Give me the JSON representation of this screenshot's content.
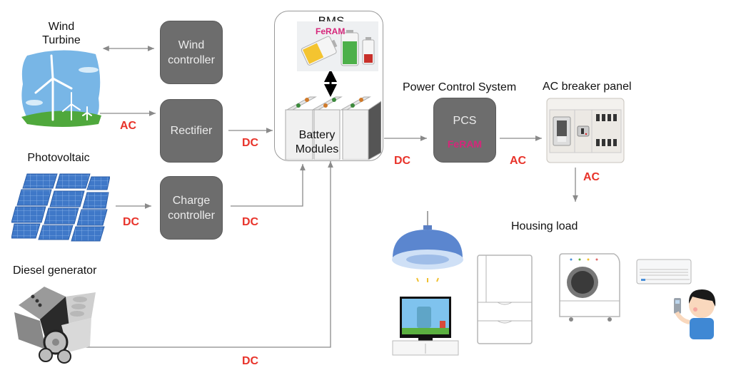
{
  "sources": {
    "wind_turbine": {
      "label_line1": "Wind",
      "label_line2": "Turbine",
      "icon": "wind-turbine-icon"
    },
    "photovoltaic": {
      "label": "Photovoltaic",
      "icon": "solar-panel-icon"
    },
    "diesel_generator": {
      "label": "Diesel generator",
      "icon": "engine-icon"
    }
  },
  "converters": {
    "wind_controller": {
      "line1": "Wind",
      "line2": "controller"
    },
    "rectifier": {
      "label": "Rectifier"
    },
    "charge_controller": {
      "line1": "Charge",
      "line2": "controller"
    }
  },
  "bms": {
    "title": "BMS",
    "memory": "FeRAM",
    "battery_line1": "Battery",
    "battery_line2": "Modules",
    "icons": [
      "battery-level-icon",
      "battery-module-icon"
    ]
  },
  "pcs": {
    "heading": "Power Control System",
    "label": "PCS",
    "memory": "FeRAM"
  },
  "breaker": {
    "heading": "AC breaker panel",
    "icon": "breaker-panel-icon"
  },
  "housing": {
    "heading": "Housing load",
    "appliances": [
      "ceiling-lamp-icon",
      "tv-icon",
      "refrigerator-icon",
      "washing-machine-icon",
      "air-conditioner-icon",
      "person-remote-icon"
    ]
  },
  "current_labels": {
    "wind_out": "AC",
    "rectifier_out": "DC",
    "pv_out": "DC",
    "charge_out": "DC",
    "diesel_out": "DC",
    "battery_out": "DC",
    "pcs_out": "AC",
    "breaker_out": "AC"
  },
  "colors": {
    "box_fill": "#6d6d6d",
    "current_label": "#e8332a",
    "feram": "#d6267a",
    "arrow": "#8a8a8a"
  }
}
